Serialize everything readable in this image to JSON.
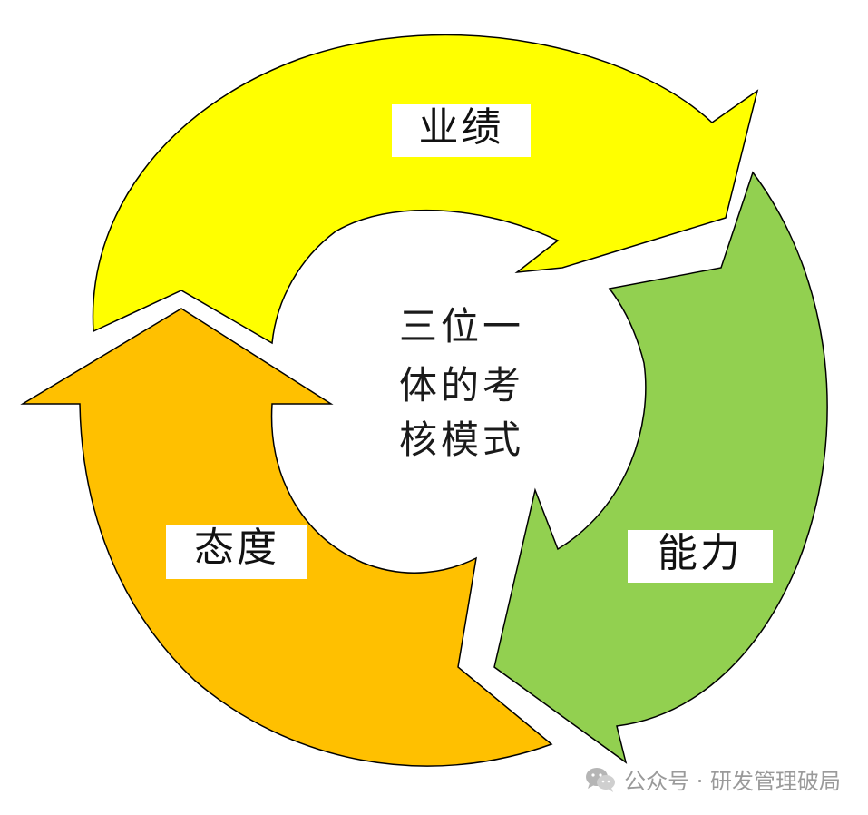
{
  "colors": {
    "performance": "#FFFF00",
    "ability": "#92D050",
    "attitude": "#FFC000",
    "outline": "#000000",
    "watermark": "#9a9a9a"
  },
  "segments": {
    "performance": "业绩",
    "ability": "能力",
    "attitude": "态度"
  },
  "center": {
    "line1": "三位一",
    "line2": "体的考",
    "line3": "核模式"
  },
  "watermark": {
    "icon": "wechat-icon",
    "text": "公众号 · 研发管理破局"
  }
}
